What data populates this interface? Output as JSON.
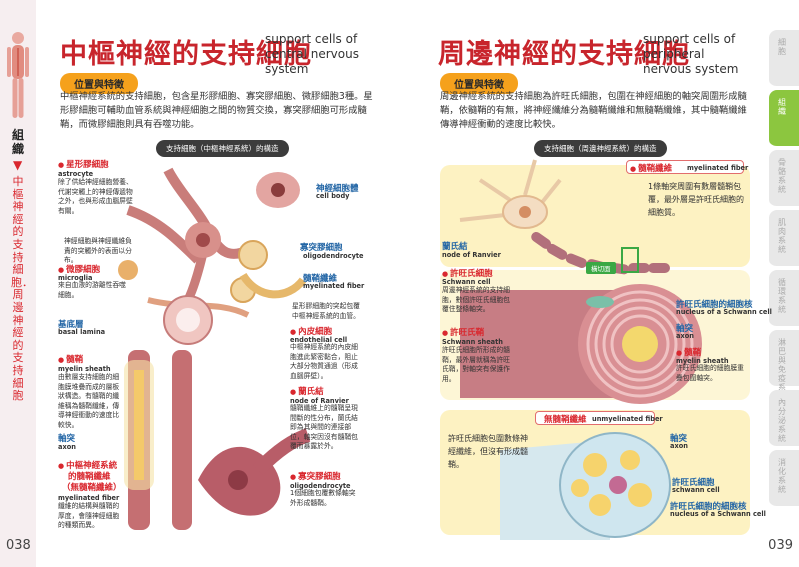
{
  "left_margin": {
    "chapter": "組織",
    "vertical_title": "中樞神經的支持細胞．周邊神經的支持細胞",
    "page_number": "038"
  },
  "right_margin": {
    "page_number": "039",
    "tabs": [
      {
        "label": "細胞",
        "active": false
      },
      {
        "label": "組織",
        "active": true
      },
      {
        "label": "骨骼系統",
        "active": false
      },
      {
        "label": "肌肉系統",
        "active": false
      },
      {
        "label": "循環系統",
        "active": false
      },
      {
        "label": "淋巴與免疫系統",
        "active": false
      },
      {
        "label": "內分泌系統",
        "active": false
      },
      {
        "label": "消化系統",
        "active": false
      }
    ]
  },
  "left_page": {
    "title": "中樞神經的支持細胞",
    "title_en": "support cells of central nervous system",
    "section_pill": "位置與特徵",
    "body": "中樞神經系統的支持細胞，包含星形膠細胞、寡突膠細胞、微膠細胞3種。星形膠細胞可輔助血管系統與神經細胞之間的物質交換，寡突膠細胞可形成髓鞘，而微膠細胞則具有吞噬功能。",
    "diagram_caption": "支持細胞（中樞神經系統）的構造",
    "labels": {
      "astrocyte": {
        "zh": "星形膠細胞",
        "en": "astrocyte",
        "desc": "除了供給神經細胞營養、代謝突觸上的神經傳遞物之外，也與形成血腦屏壁有關。"
      },
      "cell_body": {
        "zh": "神經細胞體",
        "en": "cell body"
      },
      "ensheath_note": "神經細胞與神經纖維負責的突觸外的表面以分布。",
      "microglia": {
        "zh": "微膠細胞",
        "en": "microglia",
        "desc": "來自血液的游離性吞噬細胞。"
      },
      "oligodendrocyte_top": {
        "zh": "寡突膠細胞",
        "en": "oligodendrocyte"
      },
      "myelinated": {
        "zh": "髓鞘纖維",
        "en": "myelinated fiber"
      },
      "myelinated_desc": "星形膠細胞的突起包覆中樞神經系統的血管。",
      "basal": {
        "zh": "基底層",
        "en": "basal lamina"
      },
      "endothelial": {
        "zh": "內皮細胞",
        "en": "endothelial cell",
        "desc": "中樞神經系統的內皮細胞進此緊密黏合，阻止大部分物質通過（形成血腦屏壁）。"
      },
      "myelin": {
        "zh": "髓鞘",
        "en": "myelin sheath",
        "desc": "由數層支持細胞的細胞膜堆疊而成的層板狀構造。有髓鞘的纖維稱為髓鞘纖維，傳導神經衝動的速度比較快。"
      },
      "ranvier": {
        "zh": "蘭氏結",
        "en": "node of Ranvier",
        "desc": "髓鞘纖維上的髓鞘呈現間斷的性分布，蘭氏結即為其與間的連接部位，軸突因沒有髓鞘包覆而暴露於外。"
      },
      "axon": {
        "zh": "軸突",
        "en": "axon"
      },
      "unmyelinated": {
        "zh1": "中樞神經系統",
        "zh2": "的髓鞘纖維",
        "zh3": "（無髓鞘纖維）",
        "en": "myelinated fiber",
        "desc": "纖維的結構與髓鞘的厚度，會隨神經細胞的種類而異。"
      },
      "oligodendrocyte_bottom": {
        "zh": "寡突膠細胞",
        "en": "oligodendrocyte",
        "desc": "1個細胞包覆數條軸突外形成髓鞘。"
      }
    }
  },
  "right_page": {
    "title": "周邊神經的支持細胞",
    "title_en": "support cells of peripheral nervous system",
    "section_pill": "位置與特徵",
    "body": "周邊神經系統的支持細胞為許旺氏細胞，包圍在神經細胞的軸突周圍形成髓鞘，依髓鞘的有無，將神經纖維分為髓鞘纖維和無髓鞘纖維，其中髓鞘纖維傳導神經衝動的速度比較快。",
    "diagram_caption": "支持細胞（周邊神經系統）的構造",
    "myelinated_box": {
      "zh": "髓鞘纖維",
      "en": "myelinated fiber",
      "desc": "1條軸突周圍有數層髓鞘包覆，最外層是許旺氏細胞的細胞質。"
    },
    "ranvier": {
      "zh": "蘭氏結",
      "en": "node of Ranvier"
    },
    "cross_section_tag": "橫切面",
    "schwann": {
      "zh": "許旺氏細胞",
      "en": "Schwann cell",
      "desc": "周邊神經系統的支持細胞，數個許旺氏細胞包覆住整條軸突。"
    },
    "schwann_sheath": {
      "zh": "許旺氏鞘",
      "en": "Schwann sheath",
      "desc": "許旺氏細胞所形成的髓鞘，最外層就稱為許旺氏鞘，對軸突有保護作用。"
    },
    "nucleus1": {
      "zh": "許旺氏細胞的細胞核",
      "en": "nucleus of a Schwann cell"
    },
    "axon1": {
      "zh": "軸突",
      "en": "axon"
    },
    "myelin": {
      "zh": "髓鞘",
      "en": "myelin sheath",
      "desc": "許旺氏細胞的細胞膜重疊包圍軸突。"
    },
    "unmyelinated_box": {
      "zh": "無髓鞘纖維",
      "en": "unmyelinated fiber"
    },
    "unmyelinated_desc": "許旺氏細胞包圍數條神經纖維，但沒有形成髓鞘。",
    "axon2": {
      "zh": "軸突",
      "en": "axon"
    },
    "schwann2": {
      "zh": "許旺氏細胞",
      "en": "schwann cell"
    },
    "nucleus2": {
      "zh": "許旺氏細胞的細胞核",
      "en": "nucleus of a Schwann cell"
    }
  }
}
